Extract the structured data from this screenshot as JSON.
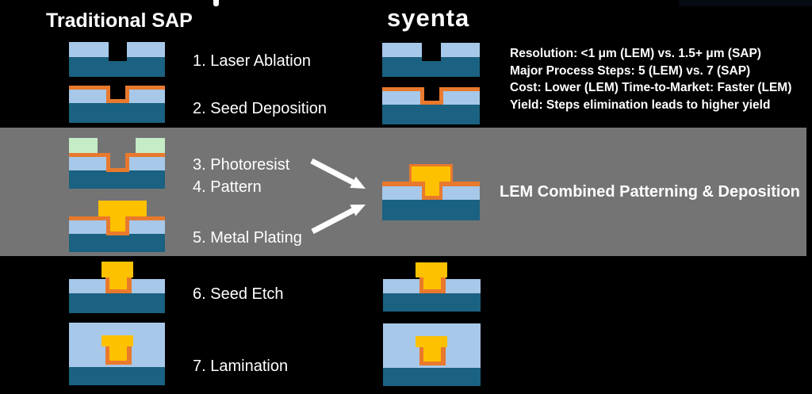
{
  "header": {
    "left_title": "Traditional SAP",
    "brand": "syenta"
  },
  "stats": {
    "line1": "Resolution: <1 μm (LEM) vs. 1.5+ μm (SAP)",
    "line2": "Major Process Steps: 5 (LEM) vs. 7 (SAP)",
    "line3": "Cost: Lower (LEM) Time-to-Market: Faster (LEM)",
    "line4": "Yield: Steps elimination leads to higher yield"
  },
  "steps": {
    "s1": "1. Laser Ablation",
    "s2": "2. Seed Deposition",
    "s3": "3. Photoresist",
    "s4": "4. Pattern",
    "s5": "5. Metal Plating",
    "s6": "6. Seed Etch",
    "s7": "7. Lamination"
  },
  "center": {
    "label": "LEM Combined Patterning & Deposition"
  },
  "icons": {
    "arrow_top": "arrow-right-down-icon",
    "arrow_bottom": "arrow-right-up-icon"
  },
  "colors": {
    "background": "#000000",
    "band": "#747474",
    "substrate": "#1b6181",
    "dielectric": "#a7c8e9",
    "seed": "#e8792d",
    "metal": "#fec100",
    "photoresist": "#c5ecc6",
    "accent_strip": "#060a12",
    "text": "#ffffff"
  }
}
